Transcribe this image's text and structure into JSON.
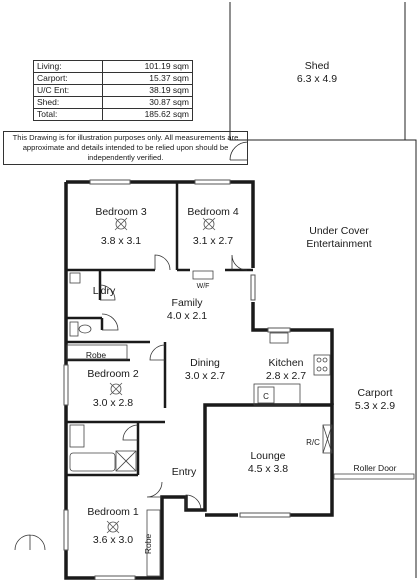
{
  "areas": [
    {
      "label": "Living:",
      "value": "101.19 sqm"
    },
    {
      "label": "Carport:",
      "value": "15.37 sqm"
    },
    {
      "label": "U/C Ent:",
      "value": "38.19 sqm"
    },
    {
      "label": "Shed:",
      "value": "30.87 sqm"
    },
    {
      "label": "Total:",
      "value": "185.62 sqm"
    }
  ],
  "disclaimer": "This Drawing is for illustration purposes only. All measurements are approximate and details intended to be relied upon should be independently verified.",
  "rooms": {
    "shed": {
      "name": "Shed",
      "dim": "6.3 x 4.9"
    },
    "under_cover": {
      "name": "Under Cover",
      "name2": "Entertainment"
    },
    "bedroom3": {
      "name": "Bedroom 3",
      "dim": "3.8 x 3.1"
    },
    "bedroom4": {
      "name": "Bedroom 4",
      "dim": "3.1 x 2.7"
    },
    "wc_label": "W/F",
    "laundry": {
      "name": "L'dry"
    },
    "family": {
      "name": "Family",
      "dim": "4.0 x 2.1"
    },
    "robe1": "Robe",
    "bedroom2": {
      "name": "Bedroom 2",
      "dim": "3.0 x 2.8"
    },
    "dining": {
      "name": "Dining",
      "dim": "3.0 x 2.7"
    },
    "kitchen": {
      "name": "Kitchen",
      "dim": "2.8 x 2.7"
    },
    "kitchen_c": "C",
    "carport": {
      "name": "Carport",
      "dim": "5.3 x 2.9"
    },
    "rc_label": "R/C",
    "lounge": {
      "name": "Lounge",
      "dim": "4.5 x 3.8"
    },
    "roller_door": "Roller Door",
    "entry": {
      "name": "Entry"
    },
    "bedroom1": {
      "name": "Bedroom 1",
      "dim": "3.6 x 3.0"
    },
    "robe2": "Robe"
  }
}
